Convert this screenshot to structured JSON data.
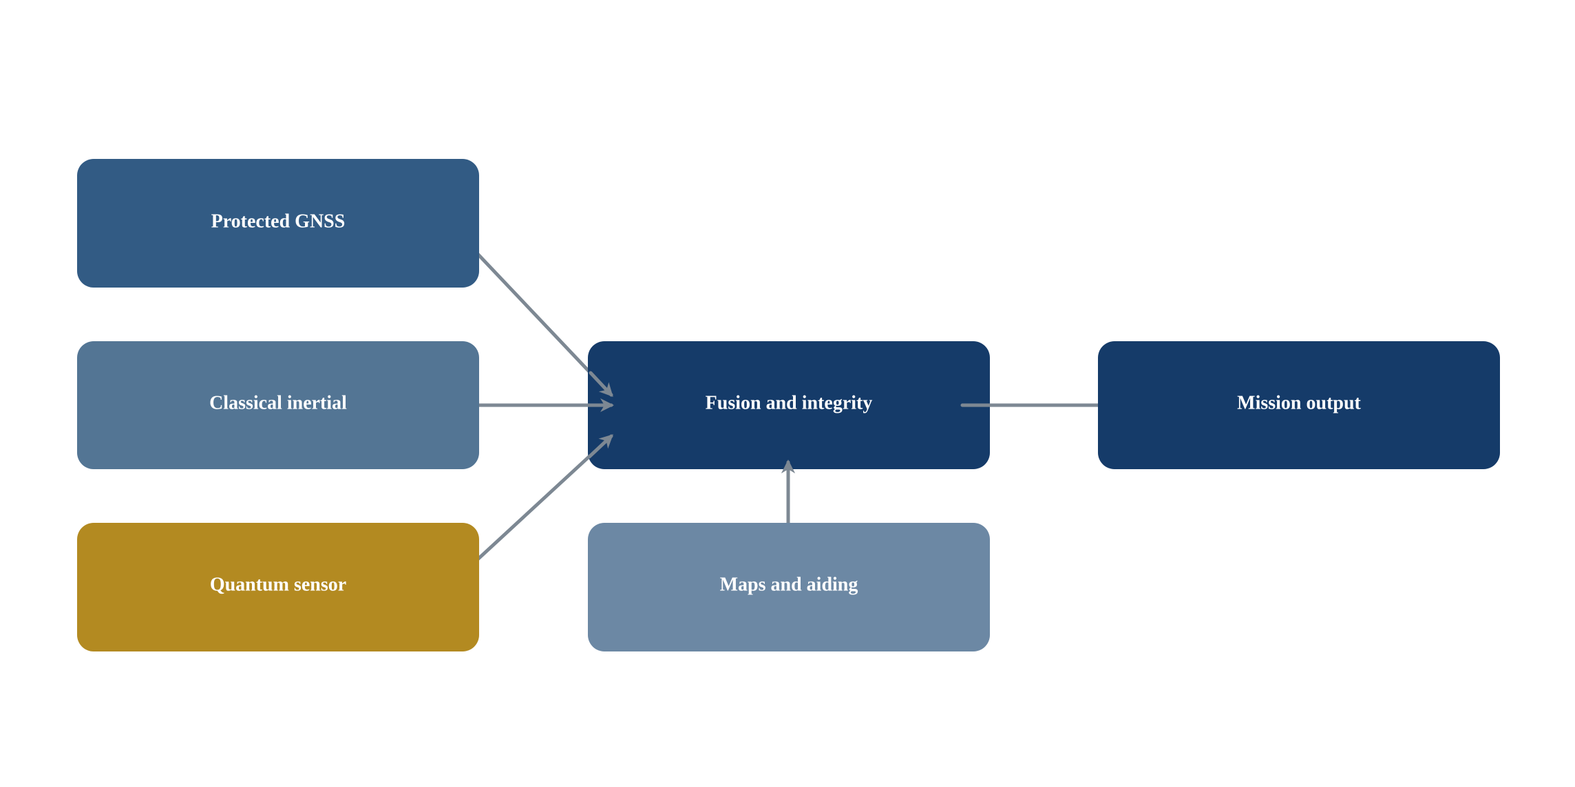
{
  "diagram": {
    "nodes": [
      {
        "id": "gnss",
        "label": "Protected GNSS",
        "color": "#325b84"
      },
      {
        "id": "inertial",
        "label": "Classical inertial",
        "color": "#537594"
      },
      {
        "id": "quantum",
        "label": "Quantum sensor",
        "color": "#b38a21"
      },
      {
        "id": "fusion",
        "label": "Fusion and integrity",
        "color": "#153b69"
      },
      {
        "id": "maps",
        "label": "Maps and aiding",
        "color": "#6c88a4"
      },
      {
        "id": "mission",
        "label": "Mission output",
        "color": "#153b69"
      }
    ],
    "edges": [
      {
        "from": "gnss",
        "to": "fusion"
      },
      {
        "from": "inertial",
        "to": "fusion"
      },
      {
        "from": "quantum",
        "to": "fusion"
      },
      {
        "from": "maps",
        "to": "fusion"
      },
      {
        "from": "fusion",
        "to": "mission"
      }
    ],
    "edge_color": "#7d8893"
  }
}
